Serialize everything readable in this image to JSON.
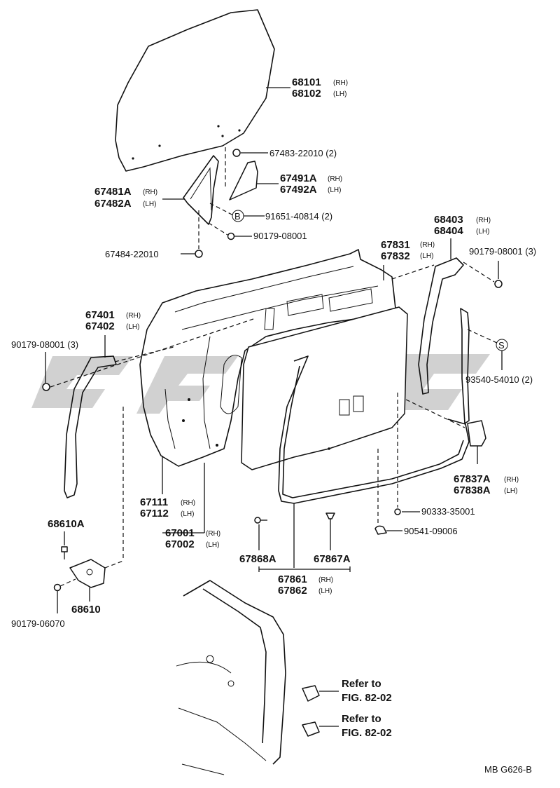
{
  "diagram": {
    "watermark": "",
    "figure_code": "MB G626-B",
    "labels": {
      "glass_rh": "68101",
      "glass_lh": "68102",
      "clip_top": "67483-22010 (2)",
      "qglass_rh": "67491A",
      "qglass_lh": "67492A",
      "frame_rh": "67481A",
      "frame_lh": "67482A",
      "screw_b": "91651-40814 (2)",
      "b_mark": "B",
      "nut_a": "90179-08001",
      "clip_low": "67484-22010",
      "weather_rh": "67401",
      "weather_lh": "67402",
      "nut_left": "90179-08001 (3)",
      "panel_rh": "67001",
      "panel_lh": "67002",
      "panel2_rh": "67111",
      "panel2_lh": "67112",
      "trim_rh": "67831",
      "trim_lh": "67832",
      "run_rh": "68403",
      "run_lh": "68404",
      "nut_right": "90179-08001 (3)",
      "s_mark": "S",
      "screw_s": "93540-54010 (2)",
      "pad_rh": "67837A",
      "pad_lh": "67838A",
      "clip_90333": "90333-35001",
      "plug": "90541-09006",
      "seal_rh": "67861",
      "seal_lh": "67862",
      "clip_868": "67868A",
      "clip_867": "67867A",
      "check_bolt": "68610A",
      "check": "68610",
      "nut_check": "90179-06070",
      "refer1_a": "Refer to",
      "refer1_b": "FIG. 82-02",
      "refer2_a": "Refer to",
      "refer2_b": "FIG. 82-02",
      "rh": "(RH)",
      "lh": "(LH)"
    }
  }
}
